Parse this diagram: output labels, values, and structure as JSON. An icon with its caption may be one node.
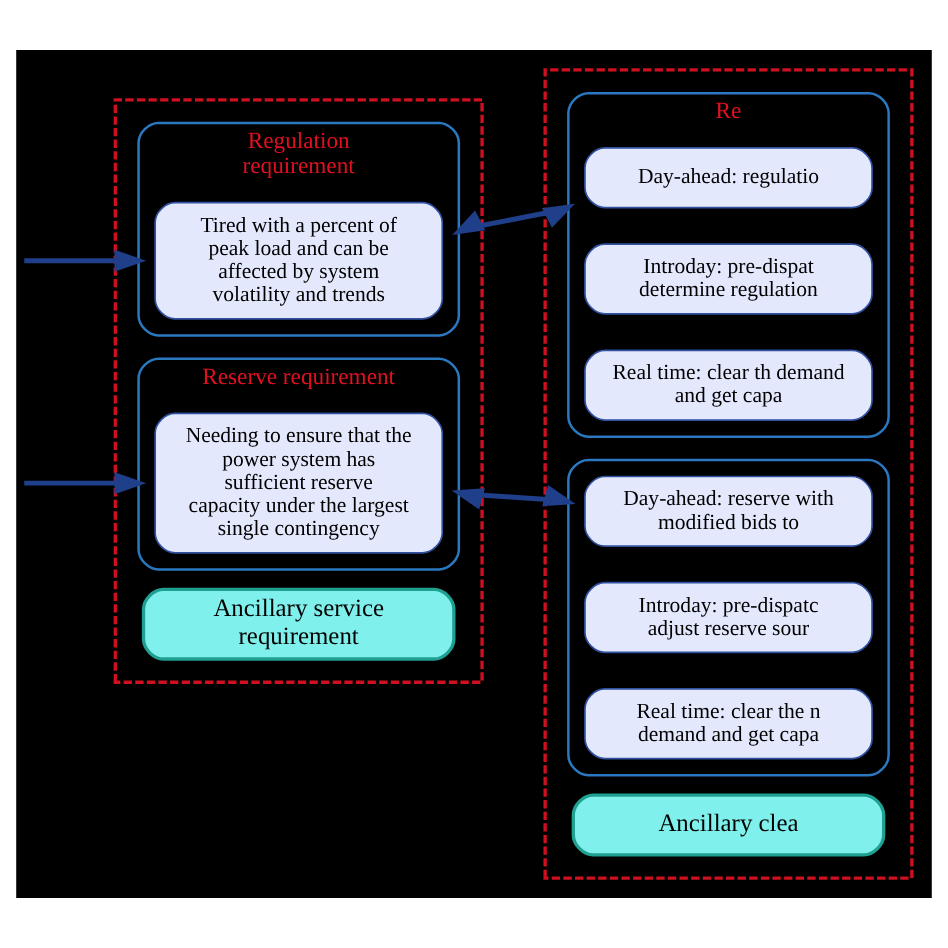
{
  "diagram": {
    "nodes": [
      {
        "text": [],
        "shape": "box"
      },
      {
        "text": [
          "Ancillary service requirement"
        ],
        "in": 0
      },
      {
        "text": [
          "Regulation requirement"
        ],
        "in": 0
      },
      {
        "text": [
          "Tired with a percent of peak load and can be affected by system volatility and trends"
        ],
        "in": 2
      },
      {
        "text": [
          "Reserve requirement"
        ],
        "in": 0
      },
      {
        "text": [
          "Needing to ensure that the power system has sufficient reserve capacity under the largest single contingency"
        ],
        "in": 4
      },
      {
        "text": [],
        "shape": "box"
      },
      {
        "text": [
          "Ancillary clea"
        ],
        "in": 6
      },
      {
        "text": [
          "Re"
        ],
        "in": 6
      },
      {
        "text": [
          "Day-ahead: regulatio"
        ],
        "in": 8
      },
      {
        "text": [
          "Introday: pre-dispat determine regulation"
        ],
        "in": 8
      },
      {
        "text": [
          "Real time: clear th demand and get capa"
        ],
        "in": 8
      },
      {
        "text": [],
        "shape": "box",
        "in": 6
      },
      {
        "text": [
          "Day-ahead: reserve with modified bids to"
        ],
        "in": 12
      },
      {
        "text": [
          "Introday: pre-dispatc adjust reserve sour"
        ],
        "in": 12
      },
      {
        "text": [
          "Real time: clear the n demand and get capa"
        ],
        "in": 12
      }
    ],
    "edges": [
      {
        "from": null,
        "to": 2,
        "arrow": "to"
      },
      {
        "from": 2,
        "to": 8,
        "arrow": "both"
      },
      {
        "from": null,
        "to": 4,
        "arrow": "to"
      },
      {
        "from": 4,
        "to": 12,
        "arrow": "both"
      }
    ]
  }
}
